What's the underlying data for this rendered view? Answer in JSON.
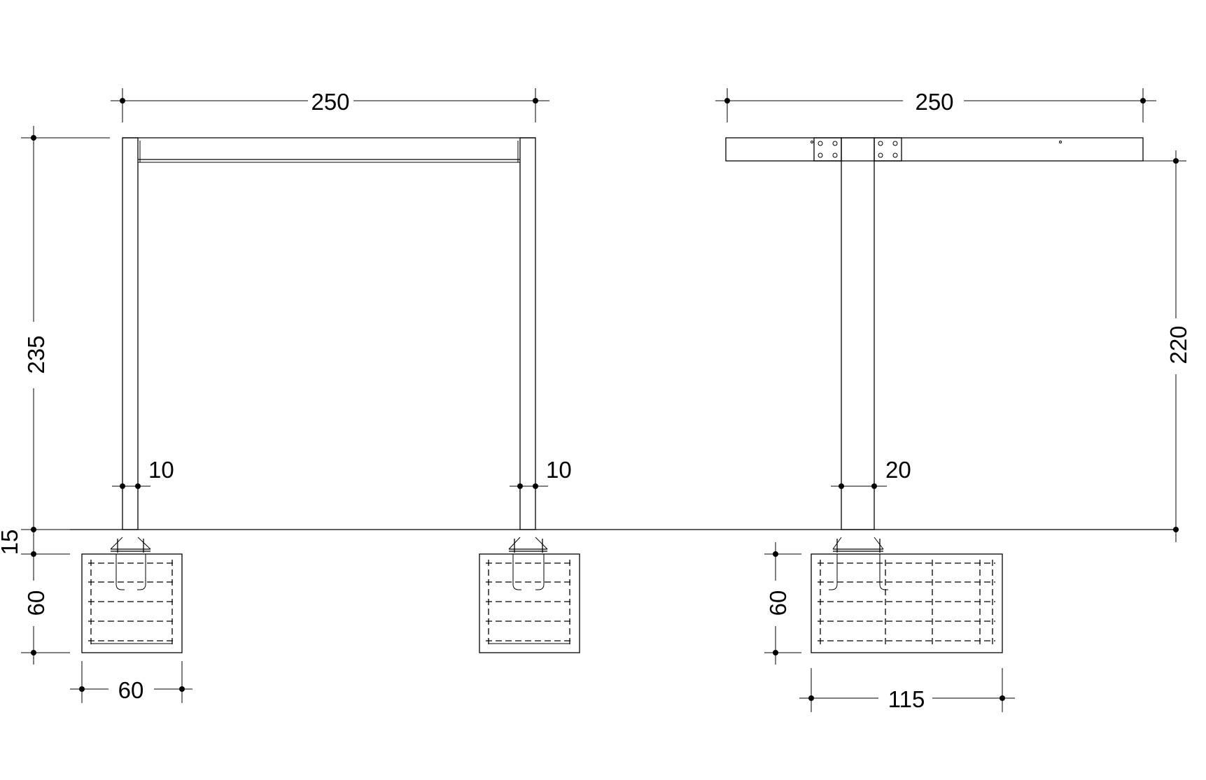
{
  "dimensions": {
    "left_frame_width": "250",
    "right_frame_width": "250",
    "left_frame_height": "235",
    "right_frame_height": "220",
    "base_plate_gap": "15",
    "left_footing_depth": "60",
    "left_footing_width": "60",
    "left_post_width": "10",
    "middle_post_width": "10",
    "right_post_width": "20",
    "right_footing_depth": "60",
    "right_footing_width": "115"
  },
  "colors": {
    "line": "#000000",
    "background": "#ffffff"
  }
}
